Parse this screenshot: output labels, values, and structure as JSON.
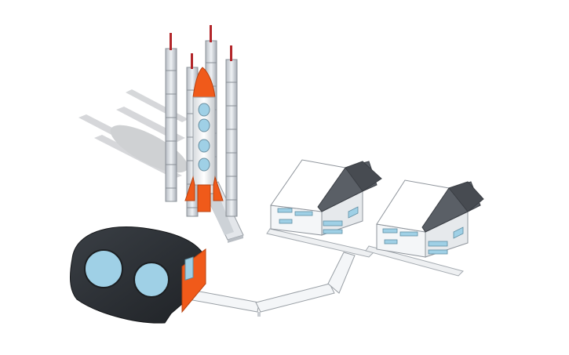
{
  "scene": {
    "background": "#ffffff",
    "colors": {
      "rocket_orange": "#f05a1a",
      "tower_grey": "#d7dbe0",
      "window_blue": "#9fd0e6",
      "roof_grey": "#5a5f66",
      "bunker_black": "#2d3136",
      "walkway_white": "#f4f6f8",
      "shadow": "#c6c8cc"
    },
    "objects": [
      "launch-tower",
      "rocket",
      "launch-ramp",
      "bunker",
      "walkway",
      "building-left",
      "building-right"
    ]
  }
}
